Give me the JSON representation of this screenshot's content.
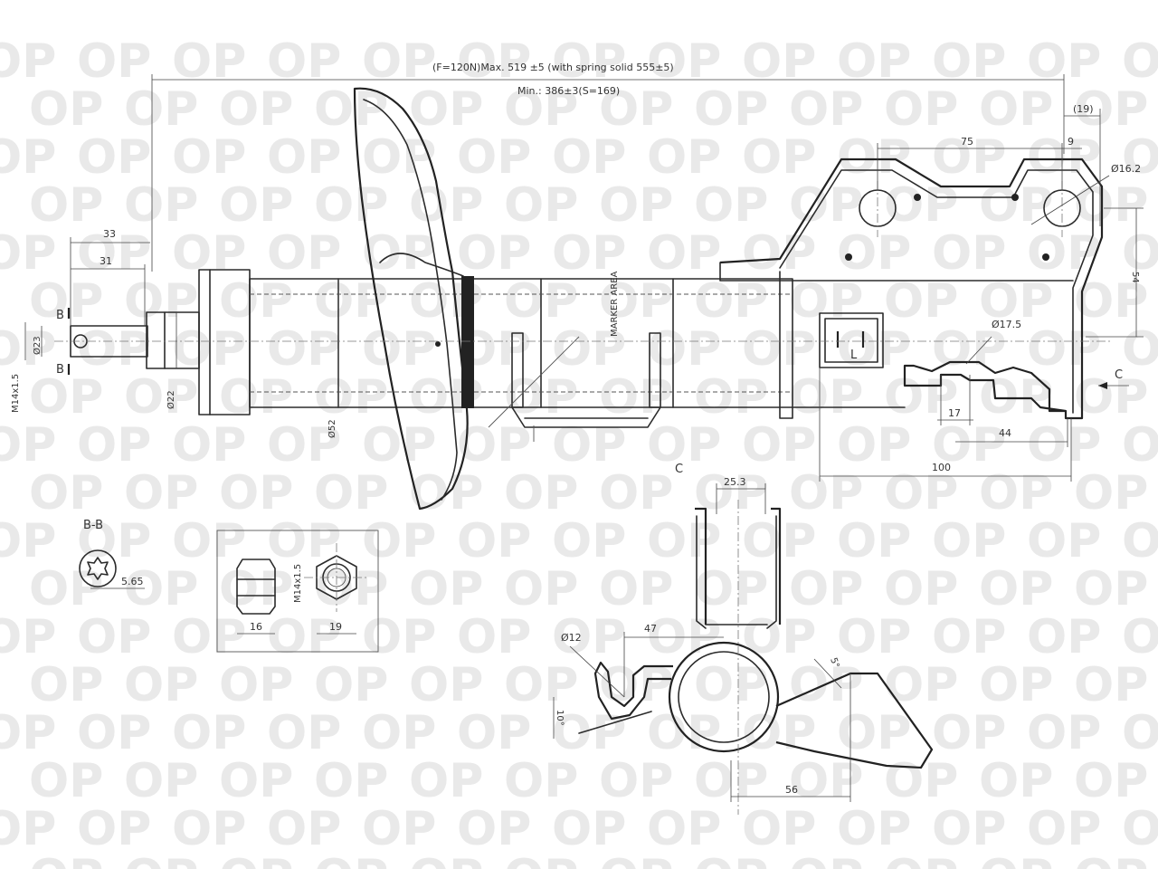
{
  "watermark": {
    "text": "OP",
    "color": "#e9e9e9"
  },
  "header": {
    "length_note": "(F=120N)Max. 519 ±5 (with spring solid 555±5)",
    "min_note": "Min.: 386±3(S=169)"
  },
  "dimensions": {
    "rod_len_outer": "33",
    "rod_len_inner": "31",
    "thread": "M14x1.5",
    "rod_dia": "Ø23",
    "rod_base_dia": "Ø22",
    "tube_dia": "Ø52",
    "tube_marking": "MARKER AREA",
    "top_offset": "(19)",
    "hole_spacing": "75",
    "hole_edge": "9",
    "hole_dia": "Ø16.2",
    "bracket_height": "54",
    "slot_dia": "Ø17.5",
    "slot_width": "17",
    "slot_offset": "44",
    "bracket_width": "100",
    "clamp_gap": "25.3",
    "clamp_reach": "47",
    "hook_dia": "Ø12",
    "arm_angle_1": "5°",
    "arm_angle_2": "10°",
    "arm_length": "56",
    "nut_width": "16",
    "nut_hex": "19",
    "key_size": "5.65"
  },
  "labels": {
    "section_mark": "B",
    "view_mark": "C",
    "section_bb": "B-B",
    "view_c": "C",
    "bracket_mark": "L"
  }
}
